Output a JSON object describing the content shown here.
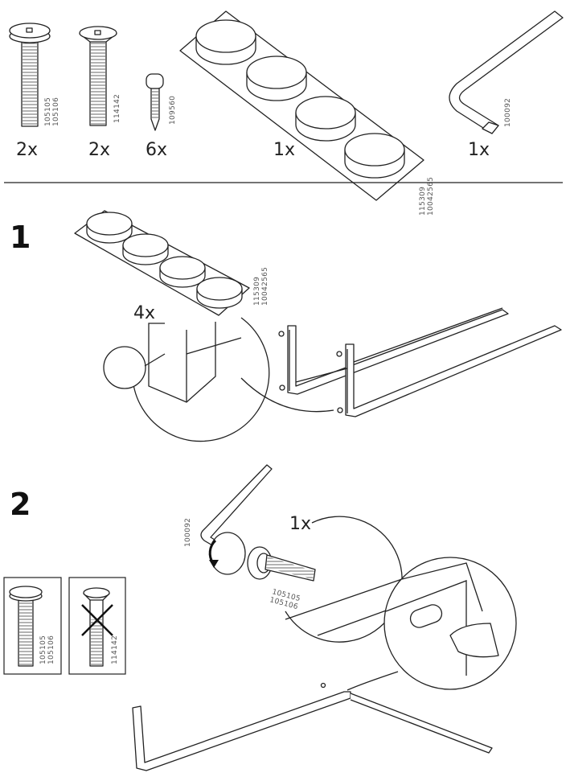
{
  "parts": [
    {
      "qty": "2x",
      "codes": [
        "105105",
        "105106"
      ]
    },
    {
      "qty": "2x",
      "codes": [
        "114142"
      ]
    },
    {
      "qty": "6x",
      "codes": [
        "109560"
      ]
    },
    {
      "qty": "1x",
      "codes": [
        "115309",
        "10042565"
      ]
    },
    {
      "qty": "1x",
      "codes": [
        "100092"
      ]
    }
  ],
  "step1": {
    "number": "1",
    "qty": "4x",
    "codes": [
      "115309",
      "10042565"
    ]
  },
  "step2": {
    "number": "2",
    "qty": "1x",
    "key_code": "100092",
    "bolt_codes": [
      "105105",
      "105106"
    ],
    "correct_codes": [
      "105105",
      "105106"
    ],
    "wrong_code": "114142"
  }
}
